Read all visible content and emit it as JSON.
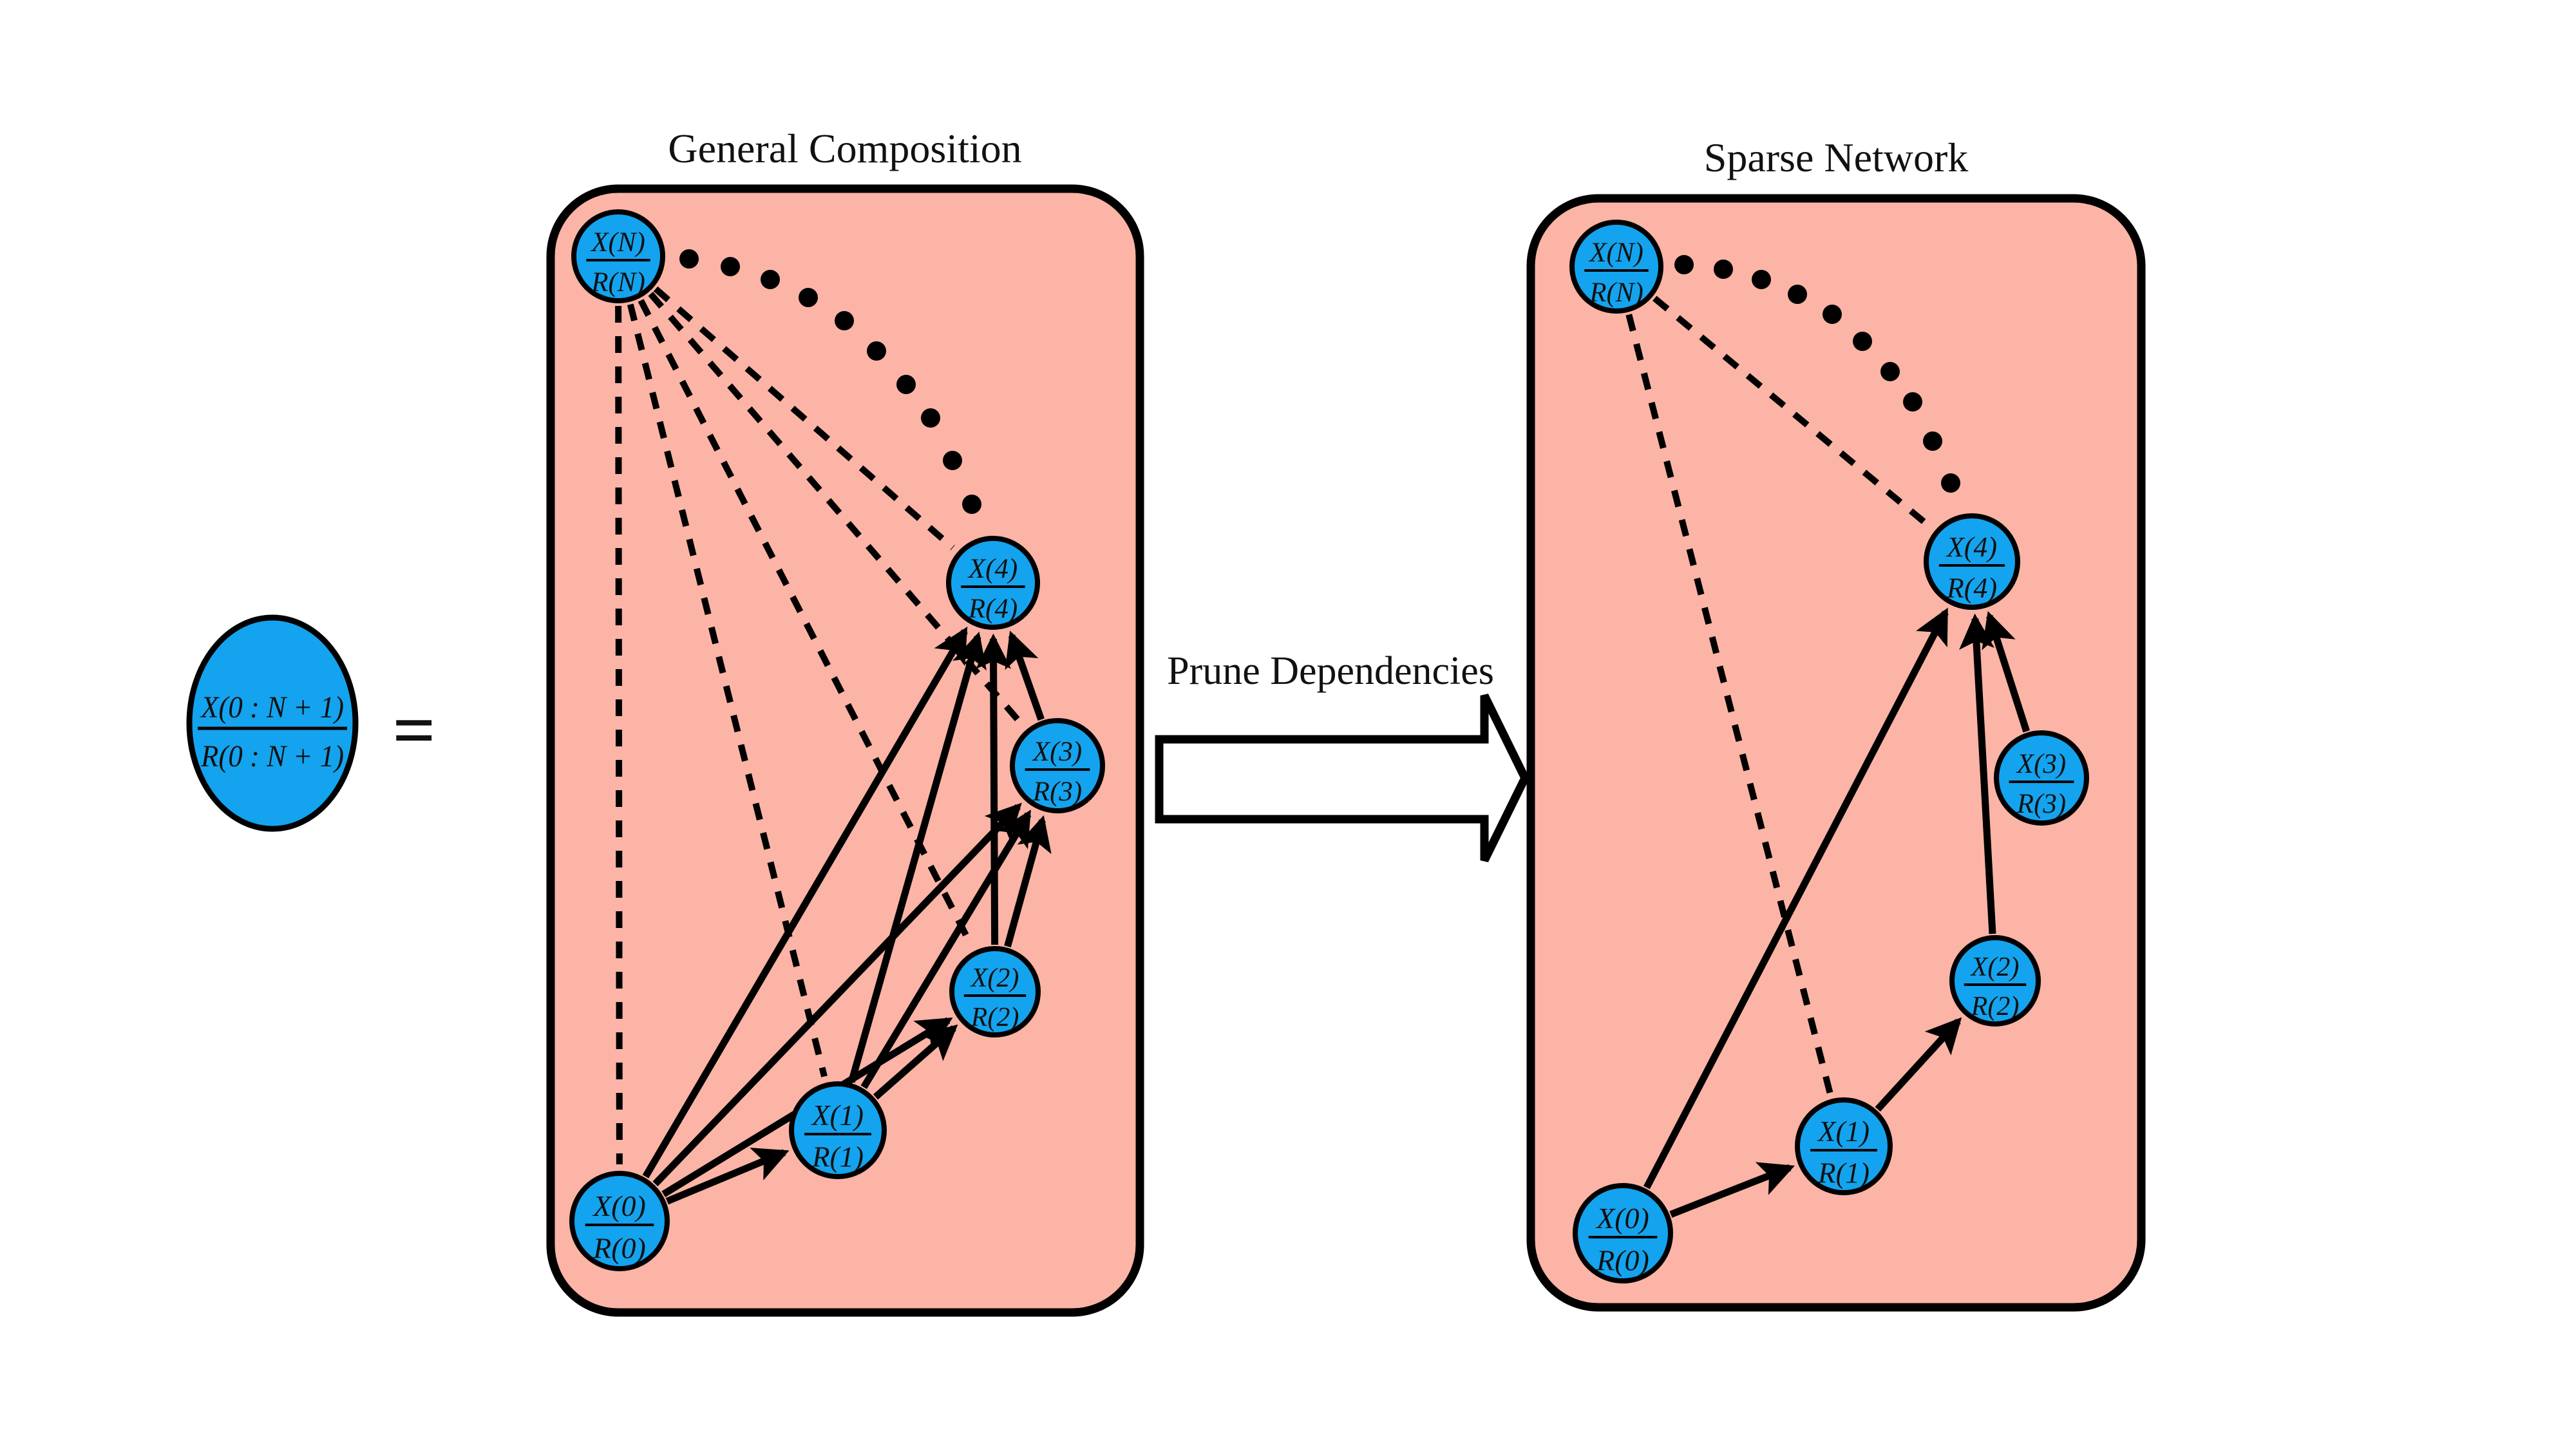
{
  "figure": {
    "left_equation": {
      "numerator": "X(0 : N + 1)",
      "denominator": "R(0 : N + 1)",
      "equals": "="
    },
    "transform_arrow": {
      "label": "Prune Dependencies"
    },
    "panels": [
      {
        "id": "general",
        "title": "General Composition",
        "nodes": [
          {
            "id": "N",
            "num": "X(N)",
            "den": "R(N)"
          },
          {
            "id": "4",
            "num": "X(4)",
            "den": "R(4)"
          },
          {
            "id": "3",
            "num": "X(3)",
            "den": "R(3)"
          },
          {
            "id": "2",
            "num": "X(2)",
            "den": "R(2)"
          },
          {
            "id": "1",
            "num": "X(1)",
            "den": "R(1)"
          },
          {
            "id": "0",
            "num": "X(0)",
            "den": "R(0)"
          }
        ],
        "solid_edges": [
          [
            "0",
            "1"
          ],
          [
            "0",
            "2"
          ],
          [
            "0",
            "3"
          ],
          [
            "0",
            "4"
          ],
          [
            "1",
            "2"
          ],
          [
            "1",
            "3"
          ],
          [
            "1",
            "4"
          ],
          [
            "2",
            "3"
          ],
          [
            "2",
            "4"
          ],
          [
            "3",
            "4"
          ]
        ],
        "dashed_edges": [
          [
            "N",
            "0"
          ],
          [
            "N",
            "1"
          ],
          [
            "N",
            "2"
          ],
          [
            "N",
            "3"
          ],
          [
            "N",
            "4"
          ]
        ],
        "ellipsis_dots": 10
      },
      {
        "id": "sparse",
        "title": "Sparse Network",
        "nodes": [
          {
            "id": "N",
            "num": "X(N)",
            "den": "R(N)"
          },
          {
            "id": "4",
            "num": "X(4)",
            "den": "R(4)"
          },
          {
            "id": "3",
            "num": "X(3)",
            "den": "R(3)"
          },
          {
            "id": "2",
            "num": "X(2)",
            "den": "R(2)"
          },
          {
            "id": "1",
            "num": "X(1)",
            "den": "R(1)"
          },
          {
            "id": "0",
            "num": "X(0)",
            "den": "R(0)"
          }
        ],
        "solid_edges": [
          [
            "0",
            "1"
          ],
          [
            "1",
            "2"
          ],
          [
            "0",
            "4"
          ],
          [
            "2",
            "4"
          ],
          [
            "3",
            "4"
          ]
        ],
        "dashed_edges": [
          [
            "N",
            "1"
          ],
          [
            "N",
            "4"
          ]
        ],
        "ellipsis_dots": 10
      }
    ],
    "colors": {
      "node_fill": "#14A3EE",
      "panel_fill": "#FBB4A6",
      "line": "#000000",
      "background": "#ffffff"
    }
  }
}
